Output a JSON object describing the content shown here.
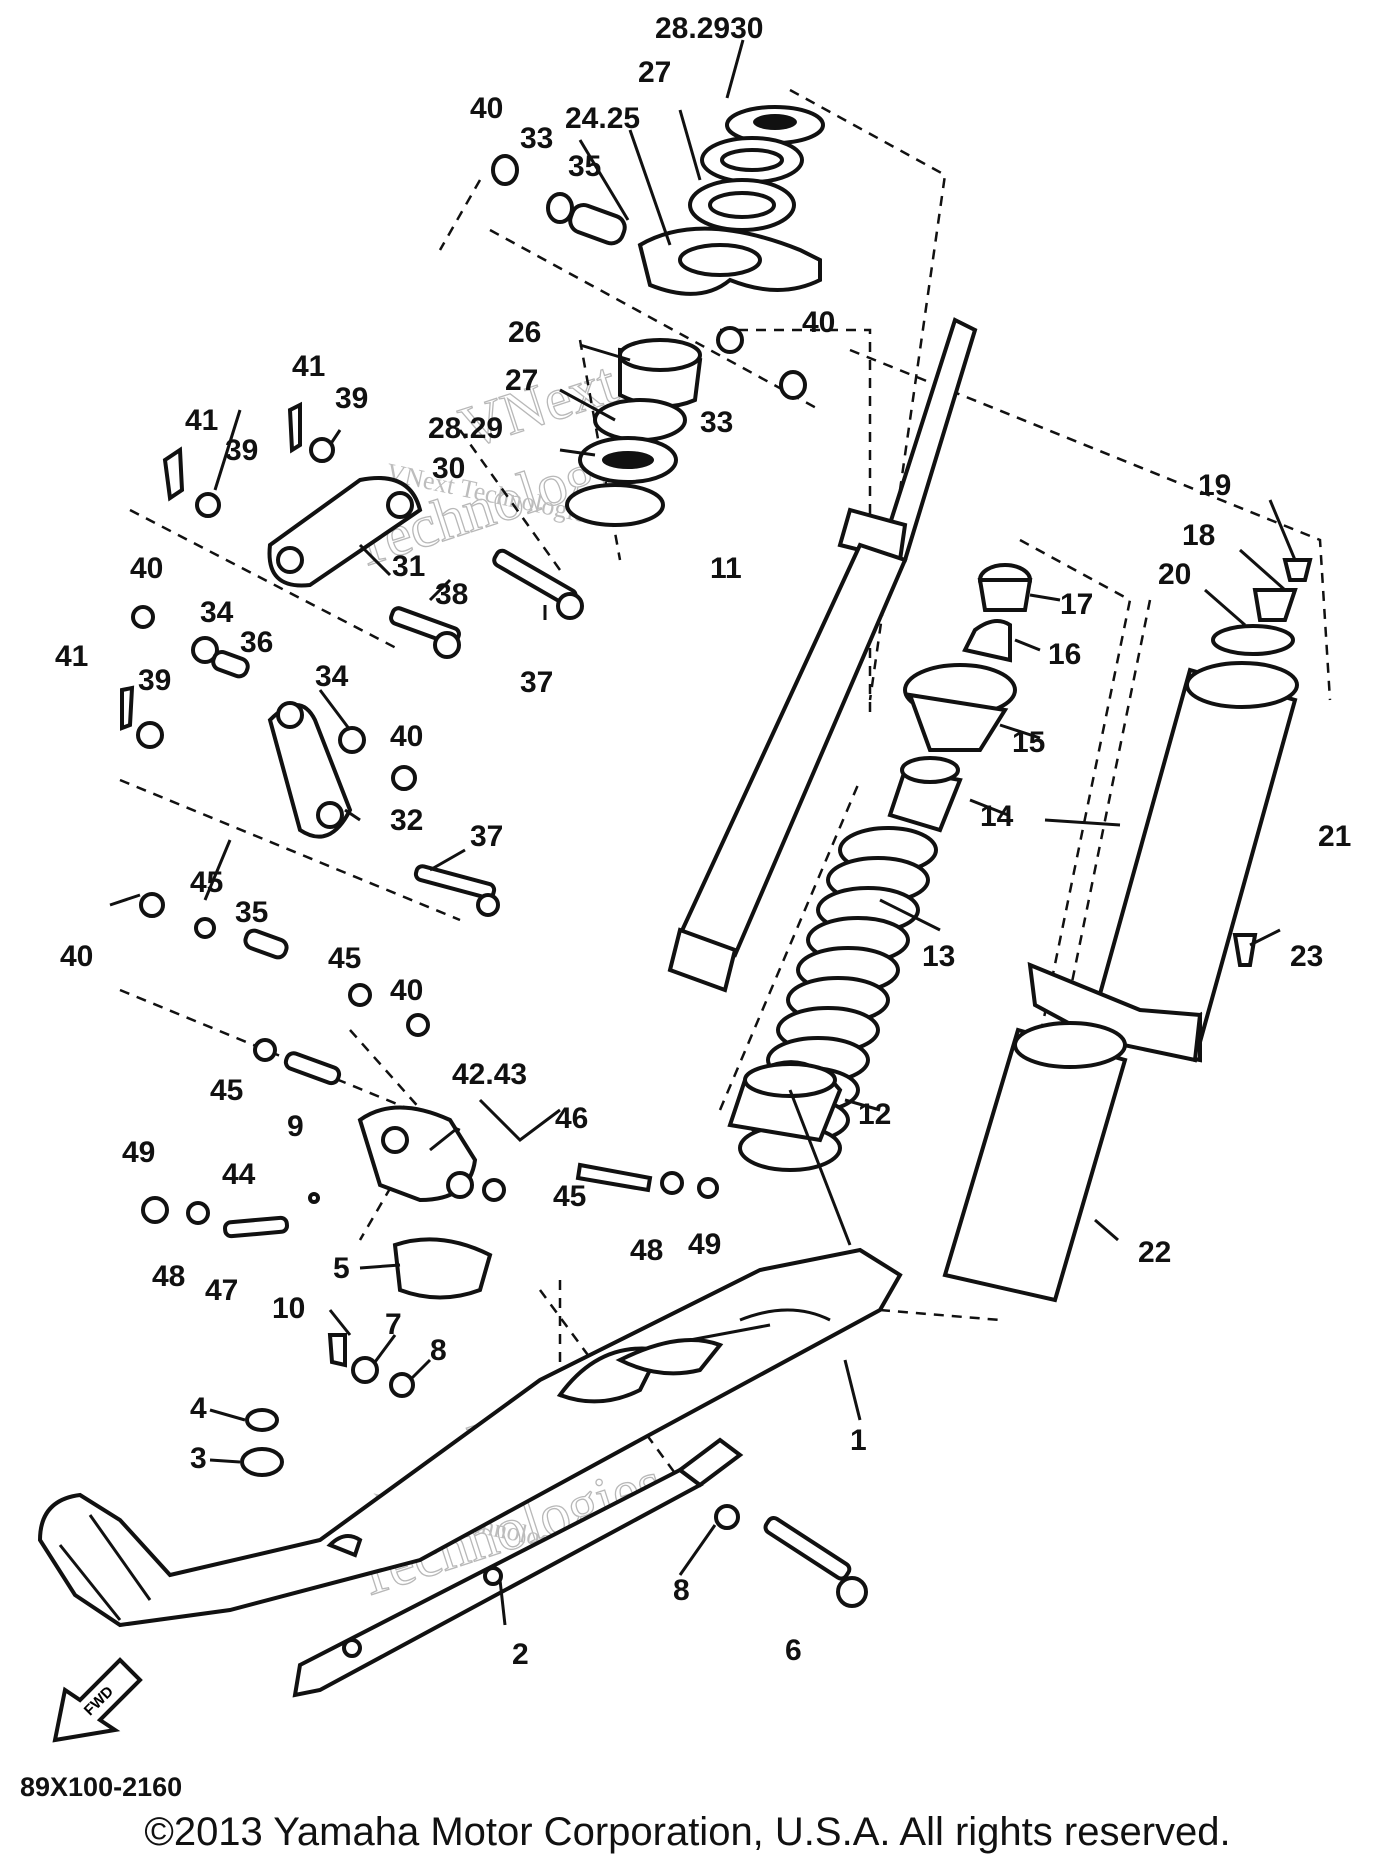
{
  "diagram_code": "89X100-2160",
  "copyright": "©2013 Yamaha Motor Corporation, U.S.A. All rights reserved.",
  "watermark": {
    "line1": "VNext",
    "line2": "Technologies",
    "line3": "VNext Technologies"
  },
  "fwd_label": "FWD",
  "labels": {
    "p28_30": "28.2930",
    "p27a": "27",
    "p24_25": "24.25",
    "p40a": "40",
    "p33a": "33",
    "p35a": "35",
    "p40b": "40",
    "p26": "26",
    "p27b": "27",
    "p33b": "33",
    "p28_29": "28.29",
    "p30": "30",
    "p41a": "41",
    "p39a": "39",
    "p41b": "41",
    "p39b": "39",
    "p31": "31",
    "p38": "38",
    "p37a": "37",
    "p11": "11",
    "p19": "19",
    "p18": "18",
    "p20": "20",
    "p17": "17",
    "p16": "16",
    "p40c": "40",
    "p34a": "34",
    "p36": "36",
    "p41c": "41",
    "p39c": "39",
    "p34b": "34",
    "p40d": "40",
    "p32": "32",
    "p15": "15",
    "p14": "14",
    "p21": "21",
    "p37b": "37",
    "p45a": "45",
    "p35b": "35",
    "p40e": "40",
    "p45b": "45",
    "p40f": "40",
    "p13": "13",
    "p23": "23",
    "p45c": "45",
    "p9": "9",
    "p42_43": "42.43",
    "p12": "12",
    "p46": "46",
    "p49a": "49",
    "p44": "44",
    "p45d": "45",
    "p48a": "48",
    "p47": "47",
    "p48b": "48",
    "p49b": "49",
    "p5": "5",
    "p22": "22",
    "p10": "10",
    "p7": "7",
    "p8a": "8",
    "p1": "1",
    "p4": "4",
    "p3": "3",
    "p8b": "8",
    "p2": "2",
    "p6": "6"
  }
}
